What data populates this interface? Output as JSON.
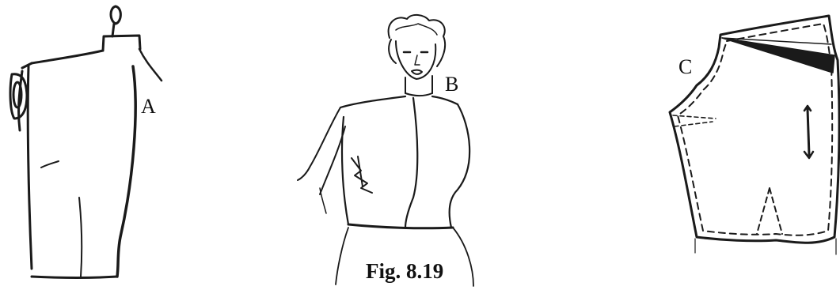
{
  "labels": {
    "a": "A",
    "b": "B",
    "c": "C"
  },
  "caption": "Fig. 8.19"
}
